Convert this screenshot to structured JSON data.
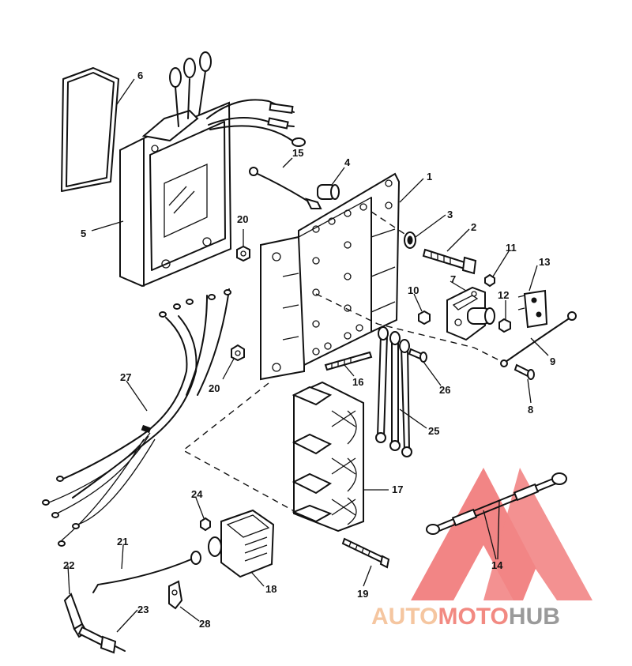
{
  "labels": {
    "n1": "1",
    "n2": "2",
    "n3": "3",
    "n4": "4",
    "n5": "5",
    "n6": "6",
    "n7": "7",
    "n8": "8",
    "n9": "9",
    "n10": "10",
    "n11": "11",
    "n12": "12",
    "n13": "13",
    "n14": "14",
    "n15": "15",
    "n16": "16",
    "n17": "17",
    "n18": "18",
    "n19": "19",
    "n20a": "20",
    "n20b": "20",
    "n21": "21",
    "n22": "22",
    "n23": "23",
    "n24": "24",
    "n25": "25",
    "n26": "26",
    "n27": "27",
    "n28": "28"
  },
  "watermark": {
    "part1": "AUTO",
    "part2": "MOTO",
    "part3": "HUB",
    "color1": "#f5c6a0",
    "color2": "#f28a82",
    "color3": "#9a9a9a",
    "triangle_color": "#f07070"
  }
}
